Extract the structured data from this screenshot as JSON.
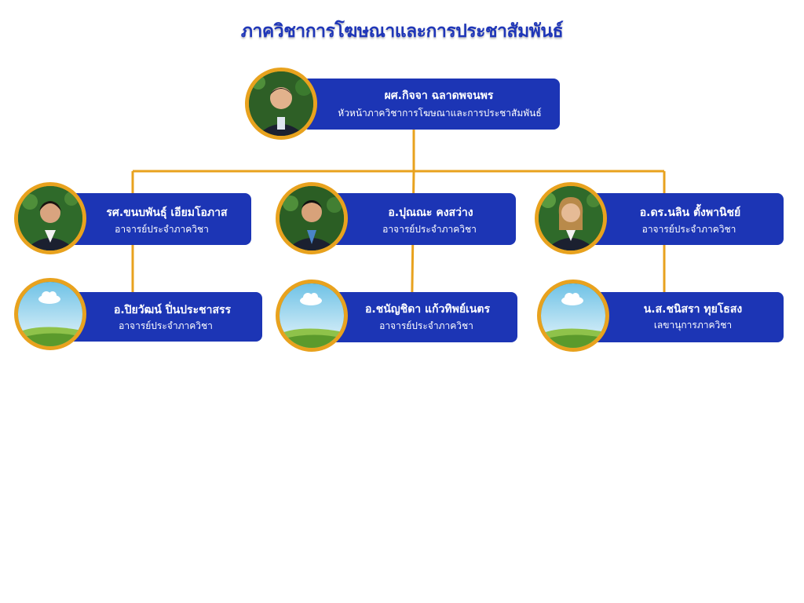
{
  "title": "ภาควิชาการโฆษณาและการประชาสัมพันธ์",
  "colors": {
    "card": "#1c35b5",
    "frame": "#e8a21e",
    "connector": "#e8a21e",
    "title": "#1f36b8"
  },
  "head": {
    "name": "ผศ.กิจจา  ฉลาดพจนพร",
    "role": "หัวหน้าภาควิชาการโฆษณาและการประชาสัมพันธ์",
    "photo": "person-photo"
  },
  "members": [
    {
      "name": "รศ.ขนบพันธุ์  เอียมโอภาส",
      "role": "อาจารย์ประจำภาควิชา",
      "photo": "person-photo"
    },
    {
      "name": "อ.ปุณณะ  คงสว่าง",
      "role": "อาจารย์ประจำภาควิชา",
      "photo": "person-photo"
    },
    {
      "name": "อ.ดร.นลิน  ตั้งพานิชย์",
      "role": "อาจารย์ประจำภาควิชา",
      "photo": "person-photo"
    },
    {
      "name": "อ.ปิยวัฒน์  ปิ่นประชาสรร",
      "role": "อาจารย์ประจำภาควิชา",
      "photo": "placeholder-landscape"
    },
    {
      "name": "อ.ชนัญชิดา  แก้วทิพย์เนตร",
      "role": "อาจารย์ประจำภาควิชา",
      "photo": "placeholder-landscape"
    },
    {
      "name": "น.ส.ชนิสรา  ทุยโธสง",
      "role": "เลขานุการภาควิชา",
      "photo": "placeholder-landscape"
    }
  ]
}
